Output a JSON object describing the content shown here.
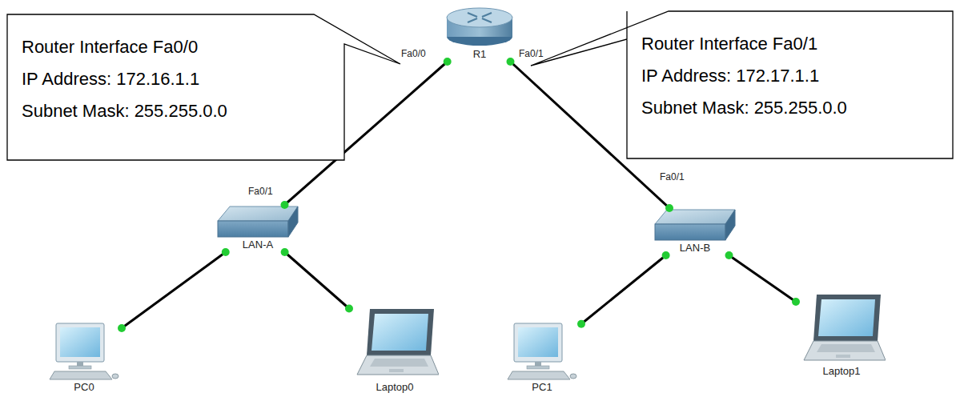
{
  "diagram": {
    "nodes": [
      {
        "text": [
          "Router Interface Fa0/0",
          "IP Address: 172.16.1.1",
          "Subnet Mask: 255.255.0.0"
        ]
      },
      {
        "text": [
          "R1"
        ]
      },
      {
        "text": [
          "Router Interface Fa0/1",
          "IP Address: 172.17.1.1",
          "Subnet Mask: 255.255.0.0"
        ]
      },
      {
        "text": [
          "LAN-A"
        ]
      },
      {
        "text": [
          "LAN-B"
        ]
      },
      {
        "text": [
          "PC0"
        ]
      },
      {
        "text": [
          "Laptop0"
        ]
      },
      {
        "text": [
          "PC1"
        ]
      },
      {
        "text": [
          "Laptop1"
        ]
      }
    ],
    "edges": [
      {
        "from": 1,
        "to": 3,
        "arrow": "none"
      },
      {
        "from": 1,
        "to": 4,
        "arrow": "none"
      },
      {
        "from": 3,
        "to": 5,
        "arrow": "none"
      },
      {
        "from": 3,
        "to": 6,
        "arrow": "none"
      },
      {
        "from": 4,
        "to": 7,
        "arrow": "none"
      },
      {
        "from": 4,
        "to": 8,
        "arrow": "none"
      }
    ],
    "labels": [
      "Fa0/0",
      "Fa0/1",
      "Fa0/1",
      "Fa0/1"
    ]
  }
}
